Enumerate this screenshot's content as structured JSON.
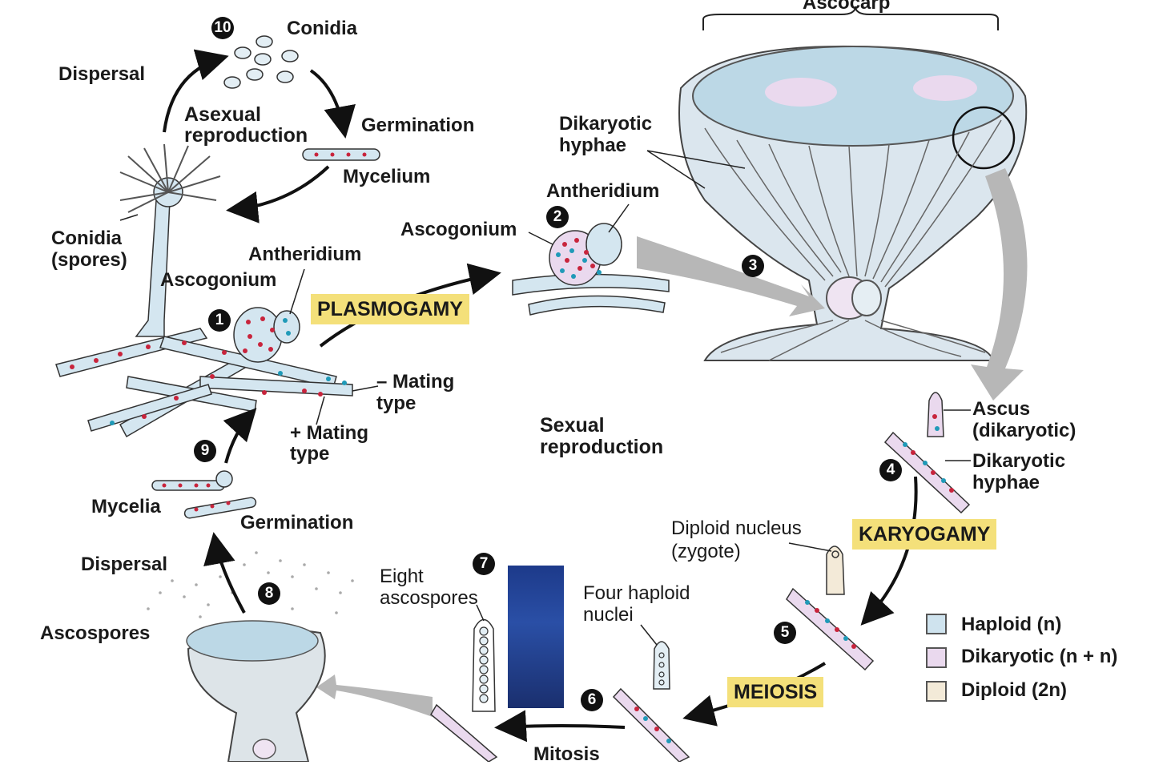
{
  "labels": {
    "ascocarp": "Ascocarp",
    "conidia_top": "Conidia",
    "dispersal_top": "Dispersal",
    "asexual_1": "Asexual",
    "asexual_2": "reproduction",
    "germination_top": "Germination",
    "mycelium": "Mycelium",
    "conidia_spores_1": "Conidia",
    "conidia_spores_2": "(spores)",
    "antheridium_left": "Antheridium",
    "ascogonium_left": "Ascogonium",
    "minus_mating_1": "– Mating",
    "minus_mating_2": "type",
    "plus_mating_1": "+ Mating",
    "plus_mating_2": "type",
    "antheridium_mid": "Antheridium",
    "ascogonium_mid": "Ascogonium",
    "dikaryotic_top_1": "Dikaryotic",
    "dikaryotic_top_2": "hyphae",
    "sexual_1": "Sexual",
    "sexual_2": "reproduction",
    "ascus_1": "Ascus",
    "ascus_2": "(dikaryotic)",
    "dikaryotic_right_1": "Dikaryotic",
    "dikaryotic_right_2": "hyphae",
    "diploid_1": "Diploid nucleus",
    "diploid_2": "(zygote)",
    "four_1": "Four haploid",
    "four_2": "nuclei",
    "eight_1": "Eight",
    "eight_2": "ascospores",
    "mycelia": "Mycelia",
    "germination_bottom": "Germination",
    "dispersal_bottom": "Dispersal",
    "ascospores": "Ascospores",
    "mitosis": "Mitosis"
  },
  "stages": {
    "plasmogamy": "PLASMOGAMY",
    "karyogamy": "KARYOGAMY",
    "meiosis": "MEIOSIS"
  },
  "steps": [
    "1",
    "2",
    "3",
    "4",
    "5",
    "6",
    "7",
    "8",
    "9",
    "10"
  ],
  "legend": {
    "haploid": {
      "label": "Haploid (n)",
      "color": "#cfe3ee"
    },
    "dikaryotic": {
      "label": "Dikaryotic (n + n)",
      "color": "#ead9ee"
    },
    "diploid": {
      "label": "Diploid (2n)",
      "color": "#f3ead8"
    }
  },
  "colors": {
    "hypha_haploid": "#d4e6f0",
    "hypha_dikaryotic": "#ecdcec",
    "nucleus_red": "#c8243c",
    "nucleus_blue": "#1f9ab8",
    "highlight": "#f4e07a",
    "arrow_gray": "#b7b7b7"
  }
}
